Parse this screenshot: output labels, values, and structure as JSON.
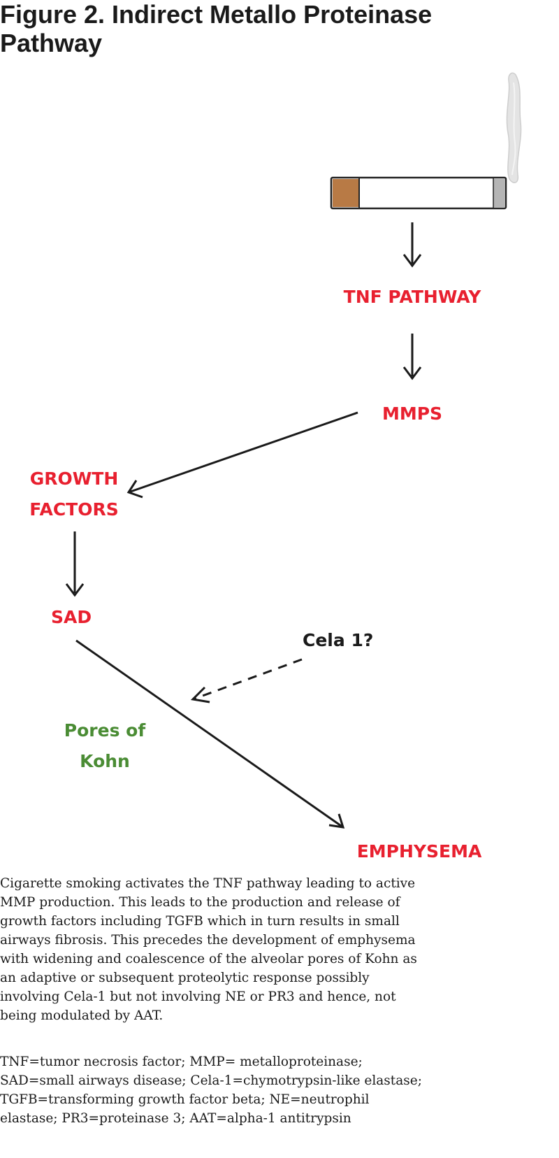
{
  "figure": {
    "title_line1": "Figure 2. Indirect Metallo Proteinase",
    "title_line2": "Pathway"
  },
  "colors": {
    "node_red": "#e8202f",
    "node_green": "#4a8c34",
    "node_black": "#1a1a1a",
    "filter": "#b87a45"
  },
  "nodes": {
    "tnf": "TNF PATHWAY",
    "mmps": "MMPS",
    "growth_line1": "GROWTH",
    "growth_line2": "FACTORS",
    "sad": "SAD",
    "cela": "Cela 1?",
    "pores_line1": "Pores of",
    "pores_line2": "Kohn",
    "emphysema": "EMPHYSEMA"
  },
  "icons": {
    "cigarette": "cigarette-icon",
    "smoke": "smoke-icon"
  },
  "caption": "Cigarette smoking activates the TNF pathway leading to active\nMMP production. This leads to the production and release of\ngrowth factors including TGFB which in turn results in small\nairways fibrosis. This precedes the development of emphysema\nwith widening and coalescence of the alveolar pores of Kohn as\nan adaptive or subsequent proteolytic response possibly\ninvolving Cela-1 but not involving NE or PR3 and hence, not\nbeing modulated by AAT.",
  "legend": "TNF=tumor necrosis factor; MMP= metalloproteinase;\nSAD=small airways disease; Cela-1=chymotrypsin-like elastase;\nTGFB=transforming growth factor beta; NE=neutrophil\nelastase; PR3=proteinase 3; AAT=alpha-1 antitrypsin"
}
